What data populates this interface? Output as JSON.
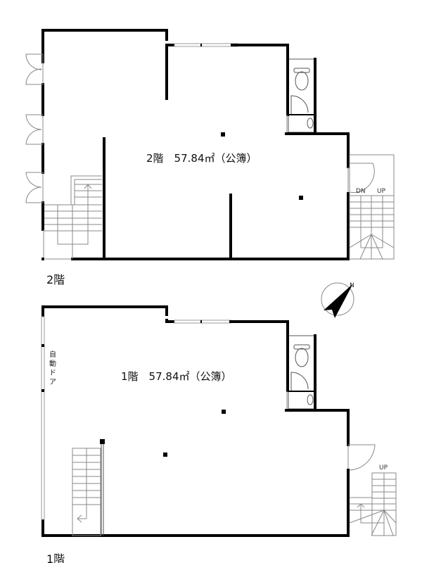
{
  "floor2": {
    "title": "2階",
    "area_label": "2階　57.84㎡（公簿）",
    "stair_labels": {
      "down": "DN",
      "up": "UP"
    }
  },
  "floor1": {
    "title": "1階",
    "area_label": "1階　57.84㎡（公簿）",
    "door_label_chars": [
      "自",
      "動",
      "ド",
      "ア"
    ],
    "stair_labels": {
      "up": "UP"
    }
  },
  "compass": {
    "label": "N",
    "icon": "north-arrow-icon"
  },
  "colors": {
    "wall": "#000000",
    "line": "#888888",
    "background": "#ffffff"
  }
}
